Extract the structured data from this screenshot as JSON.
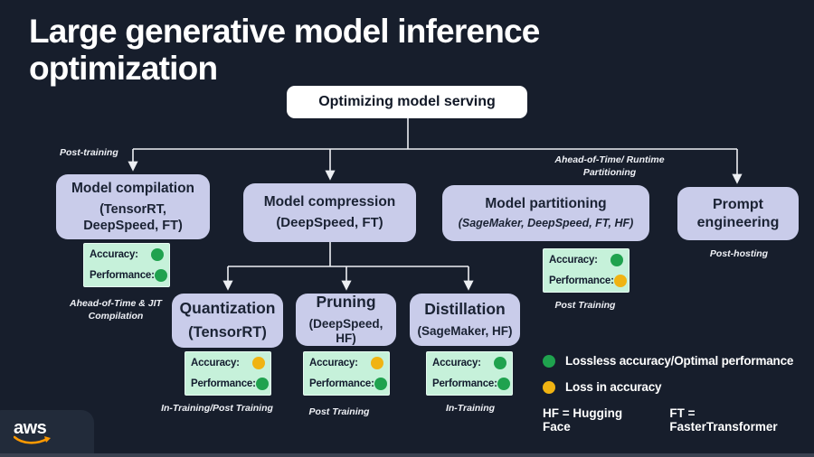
{
  "slide": {
    "title": "Large generative model inference\noptimization",
    "root_label": "Optimizing model serving"
  },
  "badge_labels": {
    "accuracy": "Accuracy:",
    "performance": "Performance:"
  },
  "nodes": {
    "compilation": {
      "title": "Model compilation",
      "tools": "(TensorRT, DeepSpeed, FT)",
      "badge": {
        "accuracy": "green",
        "performance": "green"
      },
      "note": "Ahead-of-Time & JIT\nCompilation"
    },
    "compression": {
      "title": "Model compression",
      "tools": "(DeepSpeed, FT)"
    },
    "partitioning": {
      "title": "Model partitioning",
      "tools": "(SageMaker, DeepSpeed, FT, HF)",
      "badge": {
        "accuracy": "green",
        "performance": "yellow"
      },
      "note": "Post Training"
    },
    "prompt": {
      "title": "Prompt\nengineering",
      "note": "Post-hosting"
    },
    "quantization": {
      "title": "Quantization",
      "tools": "(TensorRT)",
      "badge": {
        "accuracy": "yellow",
        "performance": "green"
      },
      "note": "In-Training/Post Training"
    },
    "pruning": {
      "title": "Pruning",
      "tools": "(DeepSpeed, HF)",
      "badge": {
        "accuracy": "yellow",
        "performance": "green"
      },
      "note": "Post Training"
    },
    "distillation": {
      "title": "Distillation",
      "tools": "(SageMaker, HF)",
      "badge": {
        "accuracy": "green",
        "performance": "green"
      },
      "note": "In-Training"
    }
  },
  "edge_labels": {
    "post_training": "Post-training",
    "aot_runtime": "Ahead-of-Time/ Runtime\nPartitioning"
  },
  "legend": {
    "items": [
      {
        "status": "green",
        "text": "Lossless accuracy/Optimal performance"
      },
      {
        "status": "yellow",
        "text": "Loss in accuracy"
      }
    ],
    "abbreviations": [
      "HF = Hugging Face",
      "FT = FasterTransformer"
    ]
  },
  "colors": {
    "background": "#171E2C",
    "node_fill": "#C9CCEA",
    "badge_fill": "#C6F1DA",
    "green": "#1FA24E",
    "yellow": "#F0B312",
    "line": "#EDEFF3",
    "aws_orange": "#FF9900"
  },
  "logo": {
    "text": "aws"
  }
}
